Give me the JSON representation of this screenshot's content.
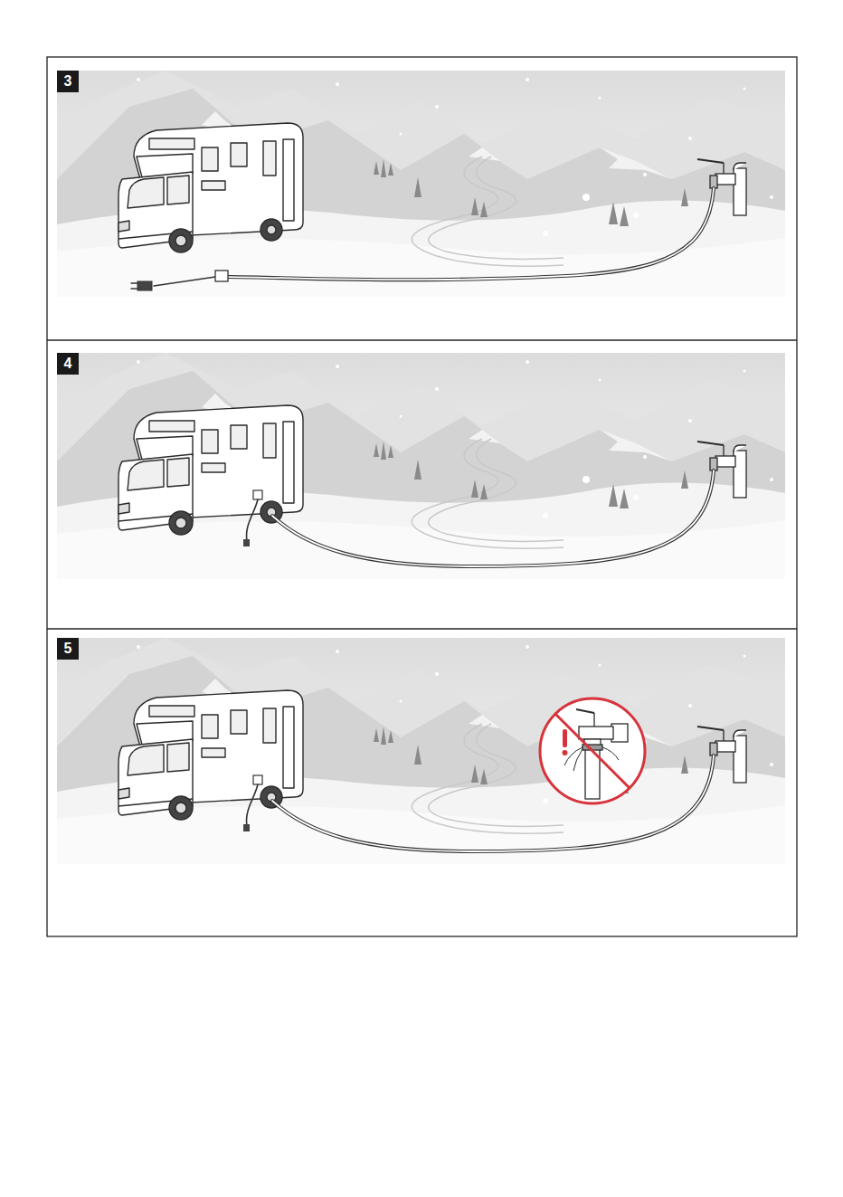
{
  "diagram": {
    "nodes": [
      {
        "text": [
          "3"
        ]
      },
      {
        "text": [
          "4"
        ]
      },
      {
        "text": [
          "5"
        ]
      }
    ]
  }
}
